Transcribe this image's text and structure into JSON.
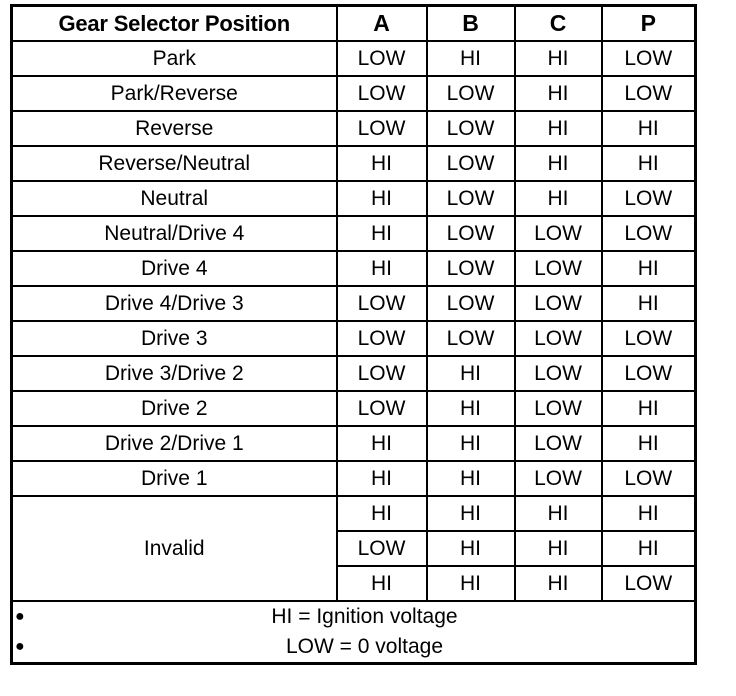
{
  "table": {
    "headers": {
      "label": "Gear Selector Position",
      "columns": [
        "A",
        "B",
        "C",
        "P"
      ]
    },
    "rows": [
      {
        "label": "Park",
        "values": [
          "LOW",
          "HI",
          "HI",
          "LOW"
        ]
      },
      {
        "label": "Park/Reverse",
        "values": [
          "LOW",
          "LOW",
          "HI",
          "LOW"
        ]
      },
      {
        "label": "Reverse",
        "values": [
          "LOW",
          "LOW",
          "HI",
          "HI"
        ]
      },
      {
        "label": "Reverse/Neutral",
        "values": [
          "HI",
          "LOW",
          "HI",
          "HI"
        ]
      },
      {
        "label": "Neutral",
        "values": [
          "HI",
          "LOW",
          "HI",
          "LOW"
        ]
      },
      {
        "label": "Neutral/Drive 4",
        "values": [
          "HI",
          "LOW",
          "LOW",
          "LOW"
        ]
      },
      {
        "label": "Drive 4",
        "values": [
          "HI",
          "LOW",
          "LOW",
          "HI"
        ]
      },
      {
        "label": "Drive 4/Drive 3",
        "values": [
          "LOW",
          "LOW",
          "LOW",
          "HI"
        ]
      },
      {
        "label": "Drive 3",
        "values": [
          "LOW",
          "LOW",
          "LOW",
          "LOW"
        ]
      },
      {
        "label": "Drive 3/Drive 2",
        "values": [
          "LOW",
          "HI",
          "LOW",
          "LOW"
        ]
      },
      {
        "label": "Drive 2",
        "values": [
          "LOW",
          "HI",
          "LOW",
          "HI"
        ]
      },
      {
        "label": "Drive 2/Drive 1",
        "values": [
          "HI",
          "HI",
          "LOW",
          "HI"
        ]
      },
      {
        "label": "Drive 1",
        "values": [
          "HI",
          "HI",
          "LOW",
          "LOW"
        ]
      }
    ],
    "invalid": {
      "label": "Invalid",
      "rows": [
        {
          "values": [
            "HI",
            "HI",
            "HI",
            "HI"
          ]
        },
        {
          "values": [
            "LOW",
            "HI",
            "HI",
            "HI"
          ]
        },
        {
          "values": [
            "HI",
            "HI",
            "HI",
            "LOW"
          ]
        }
      ]
    },
    "notes": [
      {
        "bullet": "bullet-dot",
        "text": "HI = Ignition voltage"
      },
      {
        "bullet": "bullet-dot",
        "text": "LOW = 0 voltage"
      }
    ]
  }
}
